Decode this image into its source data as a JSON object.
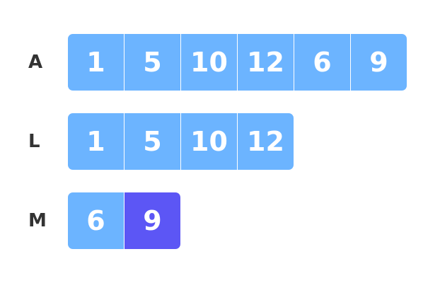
{
  "colors": {
    "cell_default": "#6cb4ff",
    "cell_highlight": "#5c56f5",
    "label": "#333333"
  },
  "arrays": [
    {
      "label": "A",
      "cells": [
        {
          "value": "1",
          "highlight": false
        },
        {
          "value": "5",
          "highlight": false
        },
        {
          "value": "10",
          "highlight": false
        },
        {
          "value": "12",
          "highlight": false
        },
        {
          "value": "6",
          "highlight": false
        },
        {
          "value": "9",
          "highlight": false
        }
      ]
    },
    {
      "label": "L",
      "cells": [
        {
          "value": "1",
          "highlight": false
        },
        {
          "value": "5",
          "highlight": false
        },
        {
          "value": "10",
          "highlight": false
        },
        {
          "value": "12",
          "highlight": false
        }
      ]
    },
    {
      "label": "M",
      "cells": [
        {
          "value": "6",
          "highlight": false
        },
        {
          "value": "9",
          "highlight": true
        }
      ]
    }
  ]
}
